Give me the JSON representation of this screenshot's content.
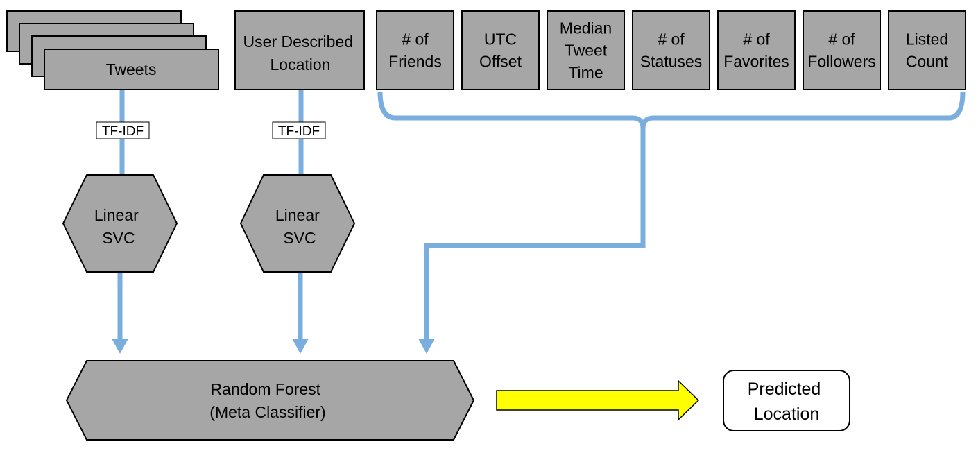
{
  "inputs": {
    "tweets": [
      "Tweets"
    ],
    "user_location": [
      "User Described",
      "Location"
    ],
    "features": [
      [
        "# of",
        "Friends"
      ],
      [
        "UTC",
        "Offset"
      ],
      [
        "Median",
        "Tweet",
        "Time"
      ],
      [
        "# of",
        "Statuses"
      ],
      [
        "# of",
        "Favorites"
      ],
      [
        "# of",
        "Followers"
      ],
      [
        "Listed",
        "Count"
      ]
    ]
  },
  "edges": {
    "tweets_transform": "TF-IDF",
    "location_transform": "TF-IDF"
  },
  "classifiers": {
    "tweets_svc": [
      "Linear",
      "SVC"
    ],
    "location_svc": [
      "Linear",
      "SVC"
    ]
  },
  "meta": {
    "random_forest": [
      "Random Forest",
      "(Meta Classifier)"
    ]
  },
  "output": {
    "predicted": [
      "Predicted",
      "Location"
    ]
  },
  "colors": {
    "box_fill": "#a6a6a6",
    "flow_line": "#7aaede",
    "output_arrow": "#ffff00",
    "border": "#000000"
  }
}
